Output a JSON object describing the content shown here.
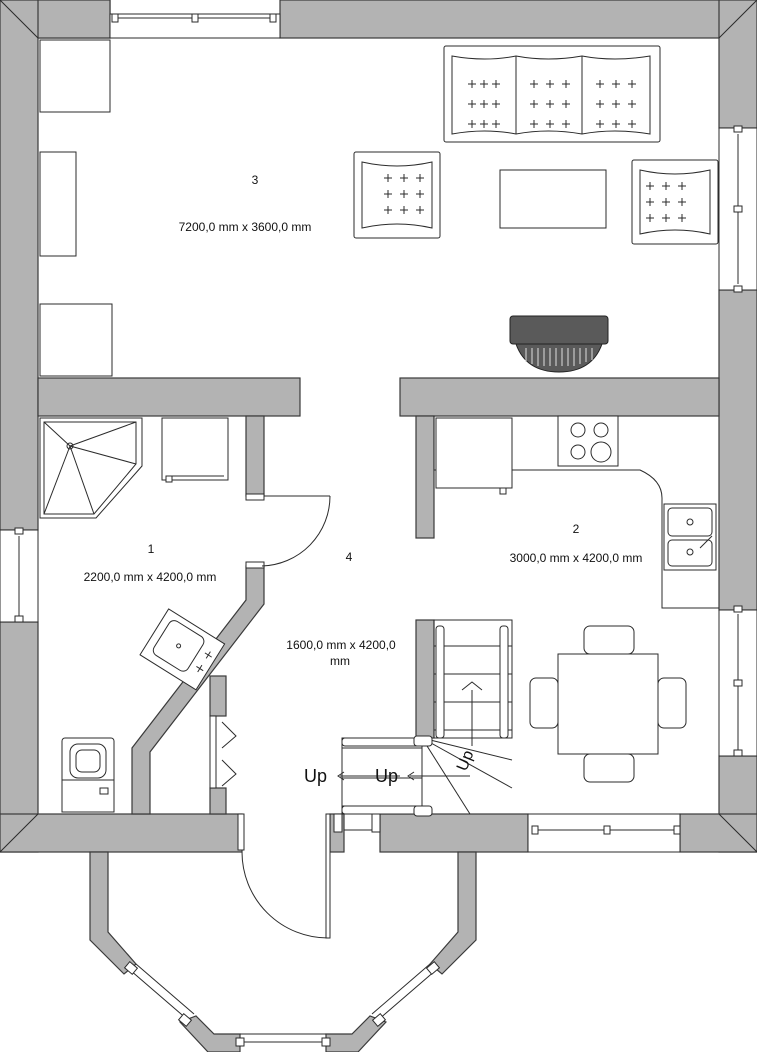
{
  "rooms": [
    {
      "number": "1",
      "dimensions": "2200,0 mm x 4200,0 mm"
    },
    {
      "number": "2",
      "dimensions": "3000,0 mm x 4200,0 mm"
    },
    {
      "number": "3",
      "dimensions": "7200,0 mm x 3600,0 mm"
    },
    {
      "number": "4",
      "dimensions_line1": "1600,0 mm x 4200,0",
      "dimensions_line2": "mm"
    }
  ],
  "stairs": {
    "up_label": "Up"
  },
  "colors": {
    "wall": "#b3b3b3",
    "outline": "#2b2b2b",
    "background": "#ffffff"
  }
}
